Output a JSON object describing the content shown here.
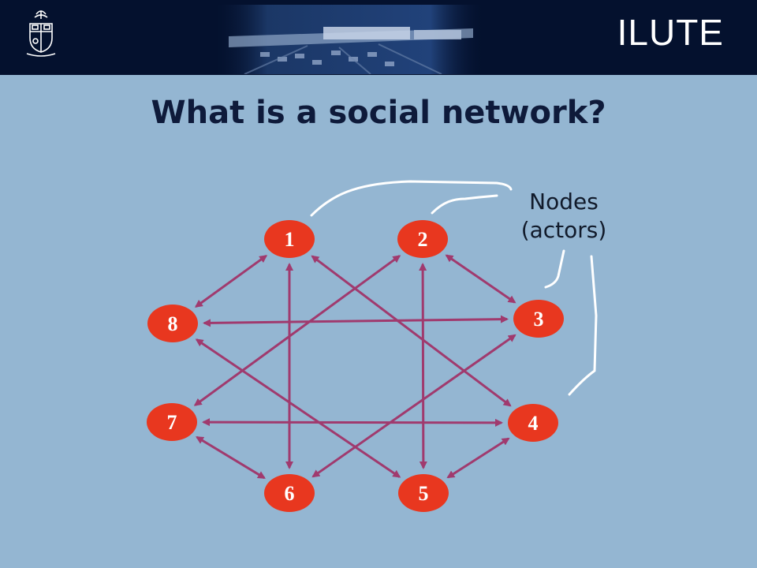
{
  "header": {
    "brand": "ILUTE",
    "crest_icon": "university-crest-icon",
    "banner_image": "highway-traffic-photo"
  },
  "slide": {
    "title": "What is a social network?"
  },
  "annotation": {
    "line1": "Nodes",
    "line2": "(actors)"
  },
  "diagram": {
    "nodes": [
      {
        "id": "1",
        "label": "1"
      },
      {
        "id": "2",
        "label": "2"
      },
      {
        "id": "3",
        "label": "3"
      },
      {
        "id": "4",
        "label": "4"
      },
      {
        "id": "5",
        "label": "5"
      },
      {
        "id": "6",
        "label": "6"
      },
      {
        "id": "7",
        "label": "7"
      },
      {
        "id": "8",
        "label": "8"
      }
    ],
    "edges": [
      {
        "from": "1",
        "to": "8"
      },
      {
        "from": "1",
        "to": "6"
      },
      {
        "from": "1",
        "to": "4"
      },
      {
        "from": "2",
        "to": "3"
      },
      {
        "from": "2",
        "to": "7"
      },
      {
        "from": "2",
        "to": "5"
      },
      {
        "from": "8",
        "to": "3"
      },
      {
        "from": "8",
        "to": "5"
      },
      {
        "from": "3",
        "to": "6"
      },
      {
        "from": "7",
        "to": "4"
      },
      {
        "from": "7",
        "to": "6"
      },
      {
        "from": "4",
        "to": "5"
      }
    ],
    "edge_type": "bidirectional-arrow",
    "colors": {
      "node_fill": "#e8371f",
      "edge": "#a03a6e",
      "annotation_stroke": "#ffffff"
    }
  }
}
